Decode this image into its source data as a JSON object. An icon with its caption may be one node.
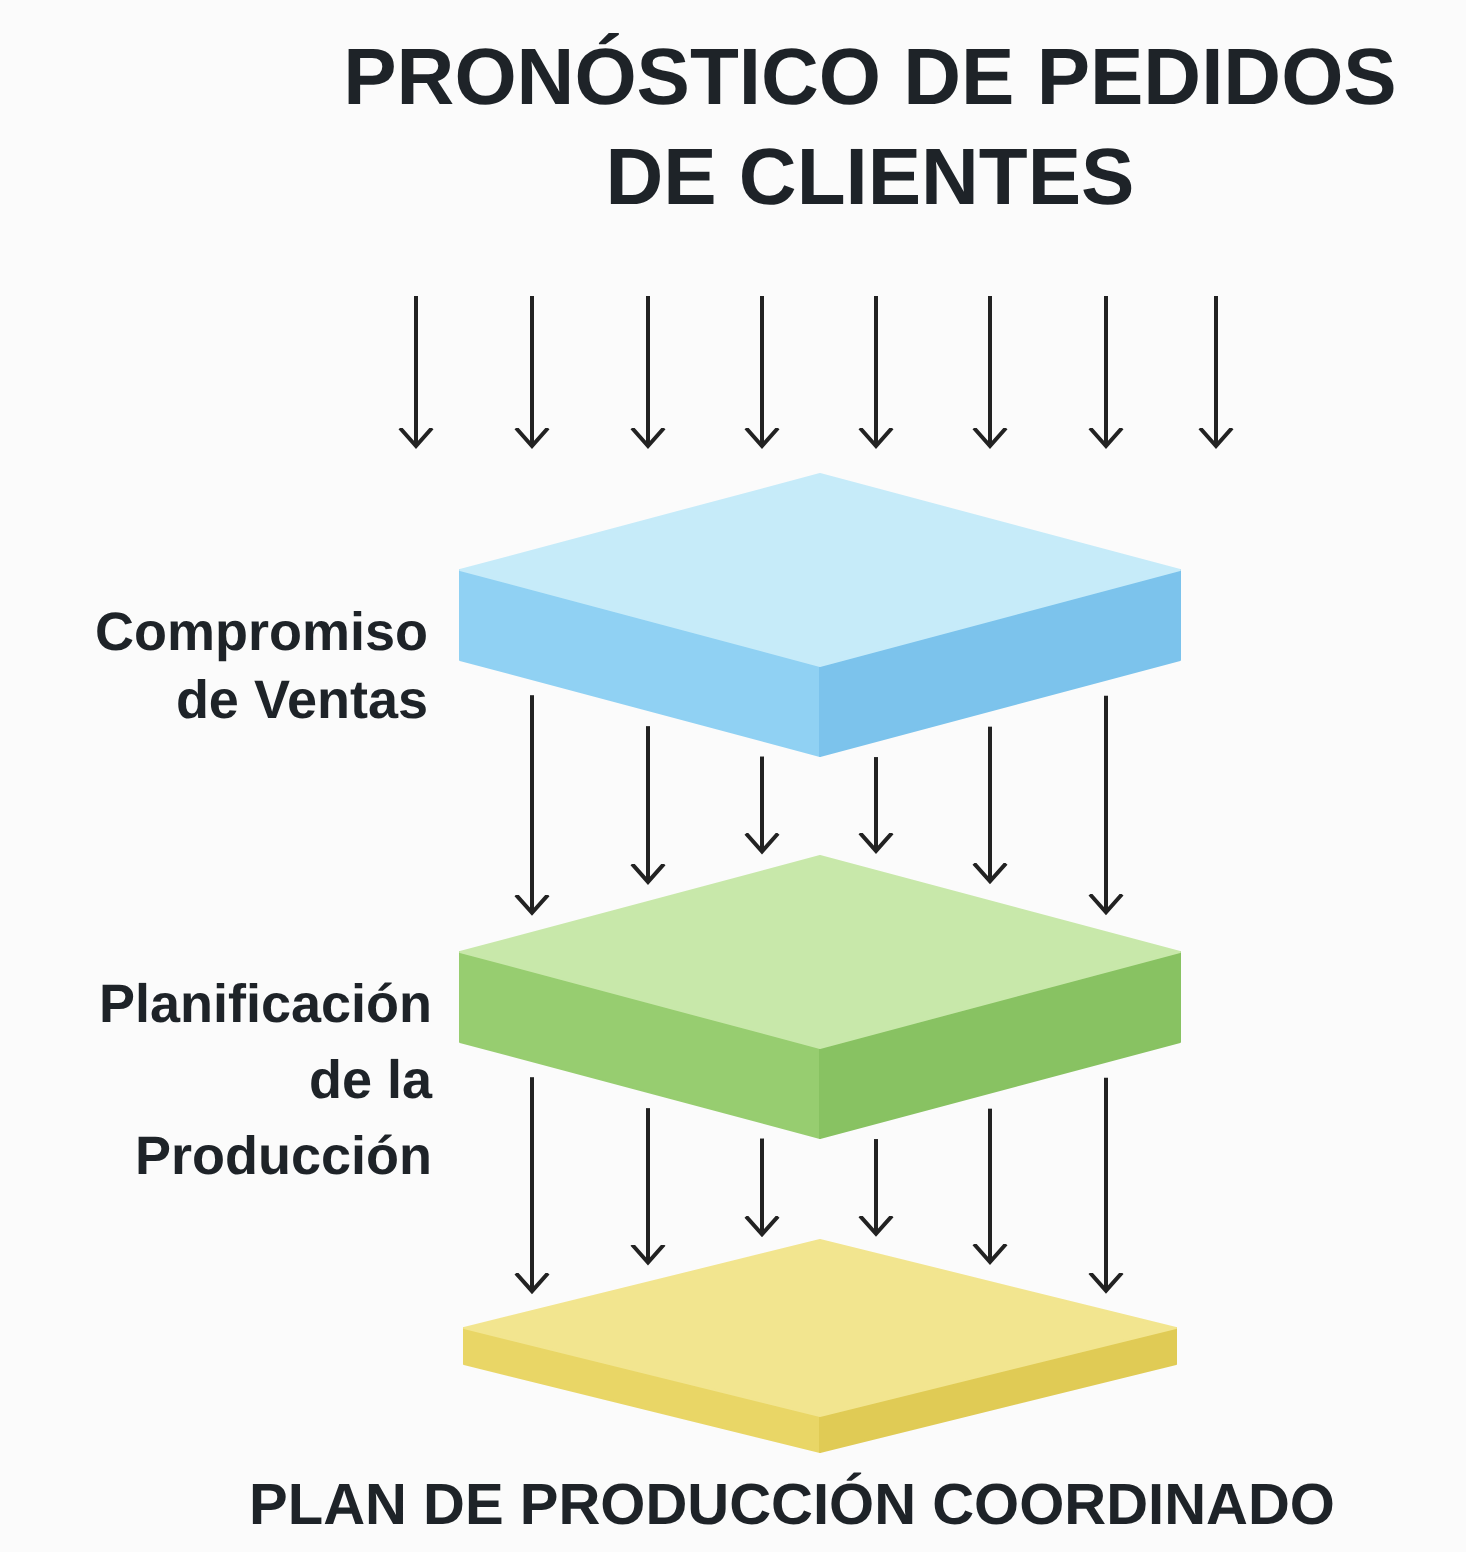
{
  "diagram": {
    "nodes": [
      {
        "text": [
          "PRONÓSTICO DE PEDIDOS DE CLIENTES"
        ]
      },
      {
        "text": [
          "Compromiso de Ventas"
        ]
      },
      {
        "text": [
          "Planificación de la Producción"
        ]
      },
      {
        "text": [
          "PLAN DE PRODUCCIÓN COORDINADO"
        ]
      }
    ],
    "edges": [
      {
        "from": 0,
        "to": 1,
        "arrow": "to"
      },
      {
        "from": 0,
        "to": 1,
        "arrow": "to"
      },
      {
        "from": 0,
        "to": 1,
        "arrow": "to"
      },
      {
        "from": 0,
        "to": 1,
        "arrow": "to"
      },
      {
        "from": 0,
        "to": 1,
        "arrow": "to"
      },
      {
        "from": 0,
        "to": 1,
        "arrow": "to"
      },
      {
        "from": 0,
        "to": 1,
        "arrow": "to"
      },
      {
        "from": 0,
        "to": 1,
        "arrow": "to"
      },
      {
        "from": 1,
        "to": 2,
        "arrow": "to"
      },
      {
        "from": 1,
        "to": 2,
        "arrow": "to"
      },
      {
        "from": 1,
        "to": 2,
        "arrow": "to"
      },
      {
        "from": 1,
        "to": 2,
        "arrow": "to"
      },
      {
        "from": 1,
        "to": 2,
        "arrow": "to"
      },
      {
        "from": 1,
        "to": 2,
        "arrow": "to"
      },
      {
        "from": 2,
        "to": 3,
        "arrow": "to"
      },
      {
        "from": 2,
        "to": 3,
        "arrow": "to"
      },
      {
        "from": 2,
        "to": 3,
        "arrow": "to"
      },
      {
        "from": 2,
        "to": 3,
        "arrow": "to"
      },
      {
        "from": 2,
        "to": 3,
        "arrow": "to"
      },
      {
        "from": 2,
        "to": 3,
        "arrow": "to"
      }
    ]
  }
}
